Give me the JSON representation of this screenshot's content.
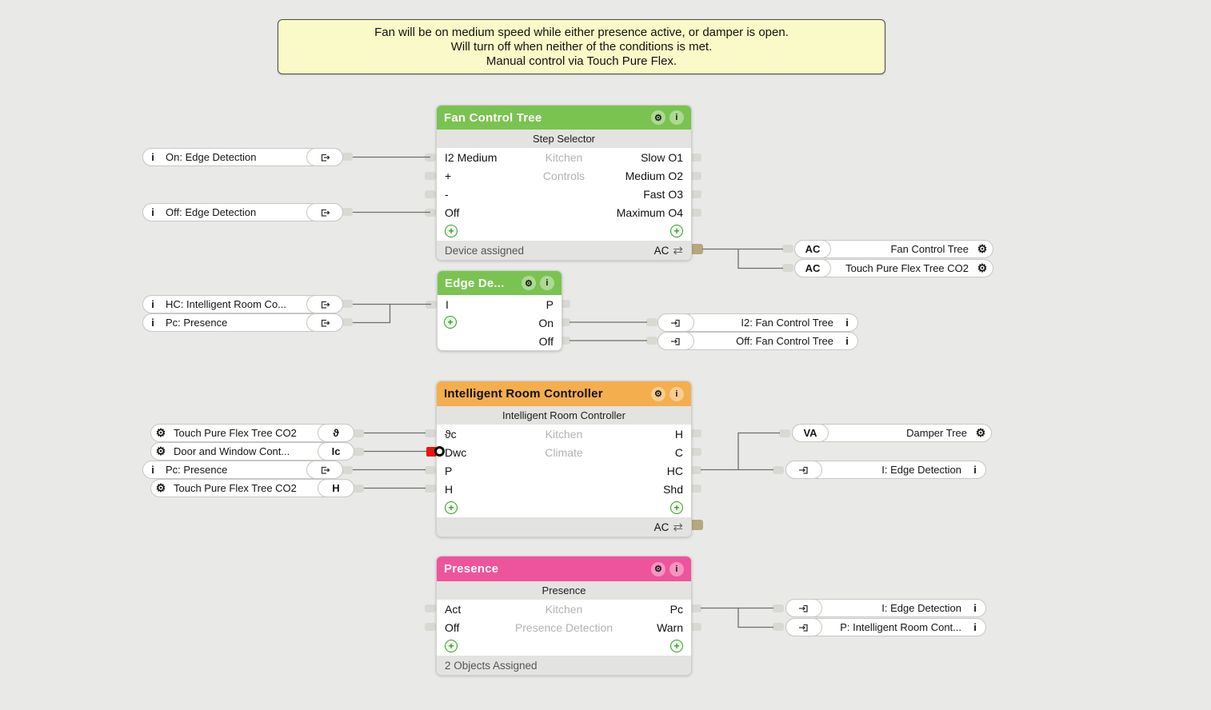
{
  "note": {
    "lines": [
      "Fan will be on medium speed while either presence active, or damper is open.",
      "Will turn off when neither of the conditions is met.",
      "Manual control via Touch Pure Flex."
    ]
  },
  "glyphs": {
    "gear": "⚙",
    "info": "i",
    "swap": "⇄",
    "plus": "+"
  },
  "colors": {
    "green": "#7ac351",
    "orange": "#f4ae4e",
    "pink": "#ee549b",
    "note_bg": "#fafac8",
    "wire": "#6e6e6e",
    "ac_connector": "#b7a77d",
    "inverted_connector": "#e8150b"
  },
  "blocks": {
    "fct": {
      "title": "Fan Control Tree",
      "subtitle": "Step Selector",
      "center": [
        "Kitchen",
        "Controls"
      ],
      "inputs": [
        "I2 Medium",
        "+",
        "-",
        "Off"
      ],
      "outputs": [
        "Slow O1",
        "Medium O2",
        "Fast O3",
        "Maximum O4"
      ],
      "footer_left": "Device assigned",
      "ac": "AC"
    },
    "edge": {
      "title": "Edge De...",
      "inputs": [
        "I"
      ],
      "outputs": [
        "P",
        "On",
        "Off"
      ]
    },
    "irc": {
      "title": "Intelligent Room Controller",
      "subtitle": "Intelligent Room Controller",
      "center": [
        "Kitchen",
        "Climate"
      ],
      "inputs": [
        "ϑc",
        "Dwc",
        "P",
        "H"
      ],
      "outputs": [
        "H",
        "C",
        "HC",
        "Shd"
      ],
      "ac": "AC"
    },
    "presence": {
      "title": "Presence",
      "subtitle": "Presence",
      "center": [
        "Kitchen",
        "Presence Detection"
      ],
      "inputs": [
        "Act",
        "Off"
      ],
      "outputs": [
        "Pc",
        "Warn"
      ],
      "footer_left": "2 Objects Assigned"
    }
  },
  "refs_left": [
    {
      "label": "On: Edge Detection"
    },
    {
      "label": "Off: Edge Detection"
    },
    {
      "label": "HC: Intelligent Room Co..."
    },
    {
      "label": "Pc: Presence"
    },
    {
      "label": "Touch Pure Flex Tree CO2",
      "badge": "ϑ"
    },
    {
      "label": "Door and Window Cont...",
      "badge": "Ic"
    },
    {
      "label": "Pc: Presence"
    },
    {
      "label": "Touch Pure Flex Tree CO2",
      "badge": "H"
    }
  ],
  "refs_right": [
    {
      "badge": "AC",
      "label": "Fan Control Tree"
    },
    {
      "badge": "AC",
      "label": "Touch Pure Flex Tree CO2"
    },
    {
      "label": "I2: Fan Control Tree"
    },
    {
      "label": "Off: Fan Control Tree"
    },
    {
      "badge": "VA",
      "label": "Damper Tree"
    },
    {
      "label": "I: Edge Detection"
    },
    {
      "label": "I: Edge Detection"
    },
    {
      "label": "P: Intelligent Room Cont..."
    }
  ]
}
